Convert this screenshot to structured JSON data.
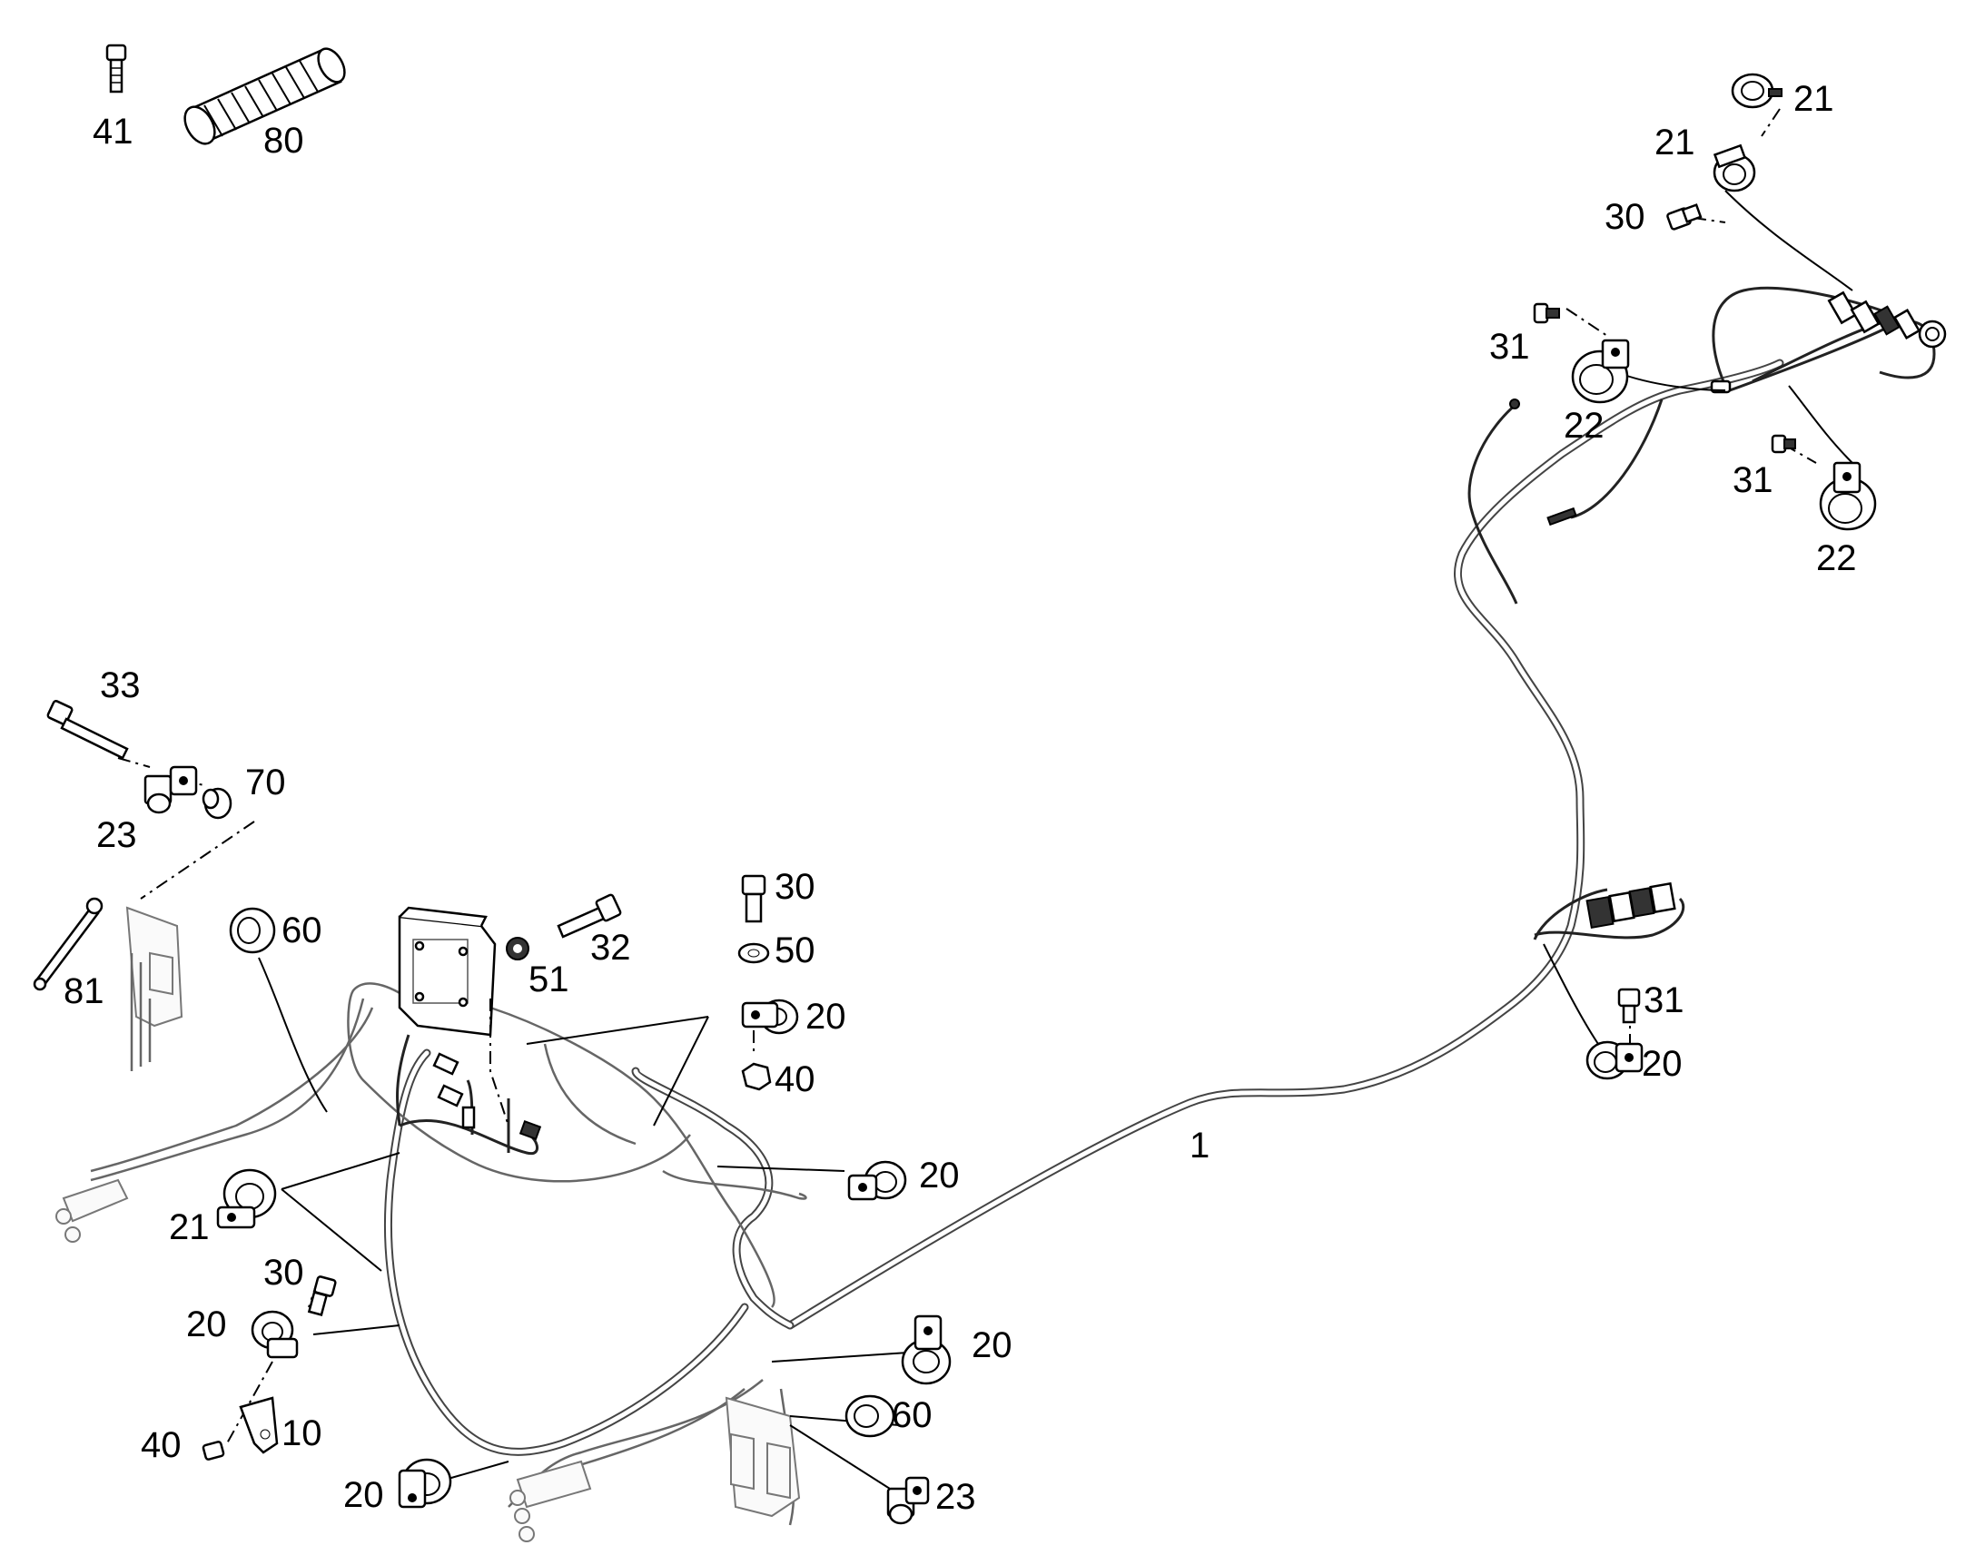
{
  "parts": [
    {
      "id": "p41a",
      "label": "41"
    },
    {
      "id": "p80",
      "label": "80"
    },
    {
      "id": "p21a",
      "label": "21"
    },
    {
      "id": "p21b",
      "label": "21"
    },
    {
      "id": "p30a",
      "label": "30"
    },
    {
      "id": "p31a",
      "label": "31"
    },
    {
      "id": "p22a",
      "label": "22"
    },
    {
      "id": "p31b",
      "label": "31"
    },
    {
      "id": "p22b",
      "label": "22"
    },
    {
      "id": "p33",
      "label": "33"
    },
    {
      "id": "p70",
      "label": "70"
    },
    {
      "id": "p23a",
      "label": "23"
    },
    {
      "id": "p60a",
      "label": "60"
    },
    {
      "id": "p81",
      "label": "81"
    },
    {
      "id": "p32",
      "label": "32"
    },
    {
      "id": "p51",
      "label": "51"
    },
    {
      "id": "p30b",
      "label": "30"
    },
    {
      "id": "p50",
      "label": "50"
    },
    {
      "id": "p20a",
      "label": "20"
    },
    {
      "id": "p40a",
      "label": "40"
    },
    {
      "id": "p31c",
      "label": "31"
    },
    {
      "id": "p20b",
      "label": "20"
    },
    {
      "id": "p1",
      "label": "1"
    },
    {
      "id": "p20c",
      "label": "20"
    },
    {
      "id": "p21c",
      "label": "21"
    },
    {
      "id": "p30c",
      "label": "30"
    },
    {
      "id": "p20d",
      "label": "20"
    },
    {
      "id": "p20e",
      "label": "20"
    },
    {
      "id": "p60b",
      "label": "60"
    },
    {
      "id": "p40b",
      "label": "40"
    },
    {
      "id": "p10",
      "label": "10"
    },
    {
      "id": "p20f",
      "label": "20"
    },
    {
      "id": "p23b",
      "label": "23"
    }
  ]
}
